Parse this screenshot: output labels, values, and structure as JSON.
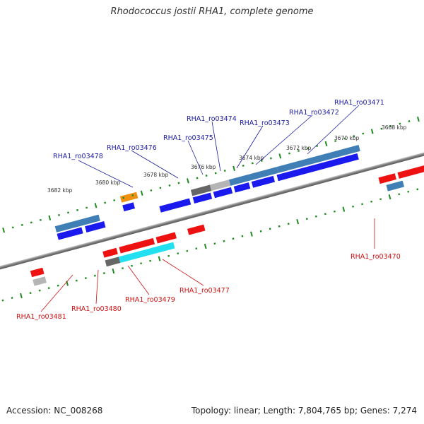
{
  "header": {
    "title": "Rhodococcus jostii RHA1, complete genome"
  },
  "footer": {
    "accession": "Accession: NC_008268",
    "summary": "Topology: linear; Length: 7,804,765 bp; Genes: 7,274"
  },
  "colors": {
    "backbone": "#8a8a8a",
    "tick_green": "#1f8a1f",
    "forward_blue": "#1a1aee",
    "reverse_red": "#ee1111",
    "label_blue": "#1a1aa0",
    "label_red": "#cc1111",
    "cds_steel": "#3f7fb5",
    "cds_gray": "#b5b5b5",
    "cds_dark": "#666666",
    "cds_cyan": "#22e0f0",
    "cds_orange": "#f09010"
  },
  "scale_labels": [
    "3668 kbp",
    "3670 kbp",
    "3672 kbp",
    "3674 kbp",
    "3676 kbp",
    "3678 kbp",
    "3680 kbp",
    "3682 kbp"
  ],
  "gene_labels_top": [
    "RHA1_ro03471",
    "RHA1_ro03472",
    "RHA1_ro03473",
    "RHA1_ro03474",
    "RHA1_ro03475",
    "RHA1_ro03476",
    "RHA1_ro03478"
  ],
  "gene_labels_bottom": [
    "RHA1_ro03470",
    "RHA1_ro03477",
    "RHA1_ro03479",
    "RHA1_ro03480",
    "RHA1_ro03481"
  ]
}
